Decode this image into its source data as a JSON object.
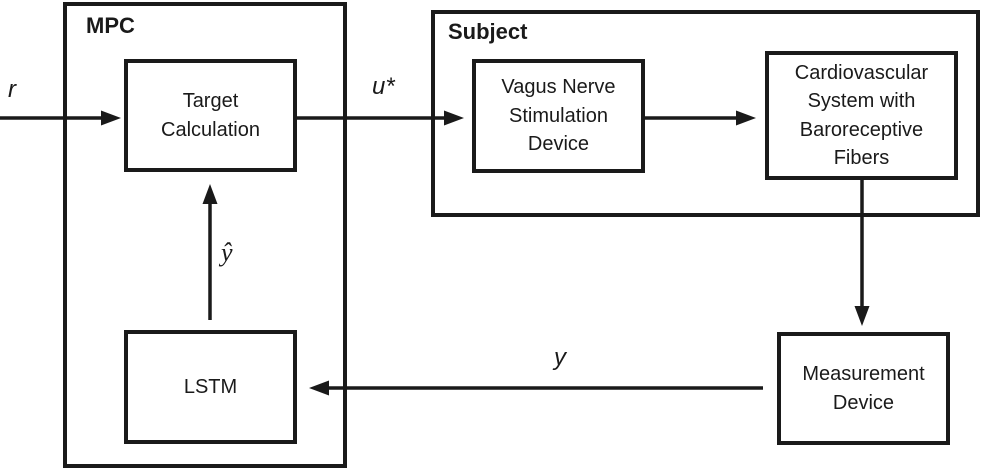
{
  "diagram": {
    "title": "MPC vagus nerve stimulation control loop block diagram",
    "colors": {
      "background": "#ffffff",
      "line": "#1a1a1a",
      "text": "#1a1a1a"
    },
    "containers": {
      "mpc": {
        "label": "MPC"
      },
      "subject": {
        "label": "Subject"
      }
    },
    "blocks": {
      "target_calculation": {
        "label": "Target\nCalculation"
      },
      "lstm": {
        "label": "LSTM"
      },
      "vagus_nerve_stimulation_device": {
        "label": "Vagus Nerve\nStimulation\nDevice"
      },
      "cardiovascular_system": {
        "label": "Cardiovascular\nSystem with\nBaroreceptive\nFibers"
      },
      "measurement_device": {
        "label": "Measurement\nDevice"
      }
    },
    "signals": {
      "reference": "r",
      "optimal_control": "u*",
      "prediction": "ŷ",
      "measured_output": "y"
    }
  }
}
